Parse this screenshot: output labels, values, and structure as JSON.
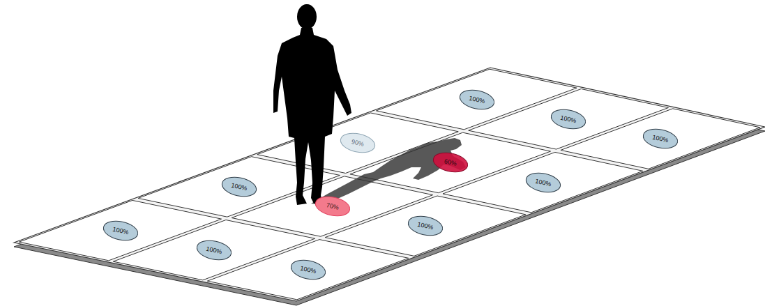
{
  "diagram": {
    "nodes": [
      {
        "text": [
          "100%"
        ]
      },
      {
        "text": [
          "100%"
        ]
      },
      {
        "text": [
          "100%"
        ]
      },
      {
        "text": [
          "90%"
        ]
      },
      {
        "text": [
          "60%"
        ]
      },
      {
        "text": [
          "100%"
        ]
      },
      {
        "text": [
          "100%"
        ]
      },
      {
        "text": [
          "70%"
        ]
      },
      {
        "text": [
          "100%"
        ]
      },
      {
        "text": [
          "100%"
        ]
      },
      {
        "text": [
          "100%"
        ]
      },
      {
        "text": [
          "100%"
        ]
      }
    ]
  }
}
